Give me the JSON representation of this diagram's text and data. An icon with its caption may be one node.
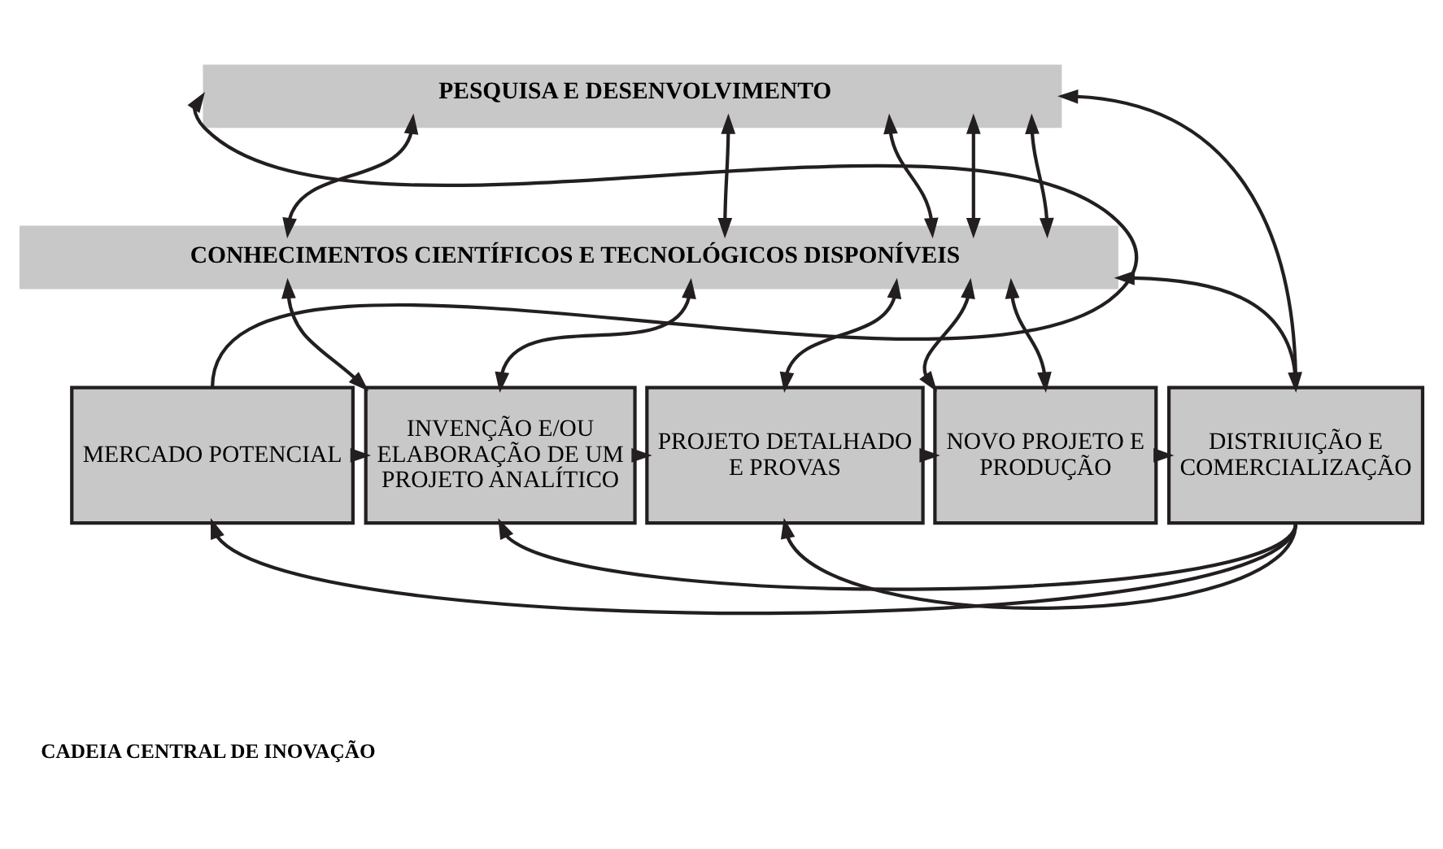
{
  "diagram": {
    "nodes": [
      {
        "text": [
          "PESQUISA E DESENVOLVIMENTO"
        ]
      },
      {
        "text": [
          "CONHECIMENTOS CIENTÍFICOS E TECNOLÓGICOS DISPONÍVEIS"
        ]
      },
      {
        "text": [
          "MERCADO POTENCIAL"
        ]
      },
      {
        "text": [
          "INVENÇÃO E/OU ELABORAÇÃO DE UM PROJETO ANALÍTICO"
        ]
      },
      {
        "text": [
          "PROJETO DETALHADO E PROVAS"
        ]
      },
      {
        "text": [
          "NOVO PROJETO E PRODUÇÃO"
        ]
      },
      {
        "text": [
          "DISTRIUIÇÃO E COMERCIALIZAÇÃO"
        ]
      }
    ],
    "edges": [
      {
        "from": 2,
        "to": 0,
        "arrow": "to"
      },
      {
        "from": 6,
        "to": 0,
        "arrow": "to"
      },
      {
        "from": 0,
        "to": 1,
        "arrow": "both"
      },
      {
        "from": 0,
        "to": 1,
        "arrow": "both"
      },
      {
        "from": 0,
        "to": 1,
        "arrow": "both"
      },
      {
        "from": 0,
        "to": 1,
        "arrow": "both"
      },
      {
        "from": 0,
        "to": 1,
        "arrow": "both"
      },
      {
        "from": 1,
        "to": 3,
        "arrow": "both"
      },
      {
        "from": 1,
        "to": 3,
        "arrow": "both"
      },
      {
        "from": 1,
        "to": 4,
        "arrow": "both"
      },
      {
        "from": 1,
        "to": 5,
        "arrow": "both"
      },
      {
        "from": 1,
        "to": 5,
        "arrow": "both"
      },
      {
        "from": 1,
        "to": 6,
        "arrow": "both"
      },
      {
        "from": 2,
        "to": 3,
        "arrow": "to"
      },
      {
        "from": 3,
        "to": 4,
        "arrow": "to"
      },
      {
        "from": 4,
        "to": 5,
        "arrow": "to"
      },
      {
        "from": 5,
        "to": 6,
        "arrow": "to"
      },
      {
        "from": 6,
        "to": 3,
        "arrow": "to"
      },
      {
        "from": 6,
        "to": 2,
        "arrow": "to"
      },
      {
        "from": 6,
        "to": 4,
        "arrow": "to"
      }
    ],
    "labels": [
      "CADEIA CENTRAL DE INOVAÇÃO"
    ]
  }
}
